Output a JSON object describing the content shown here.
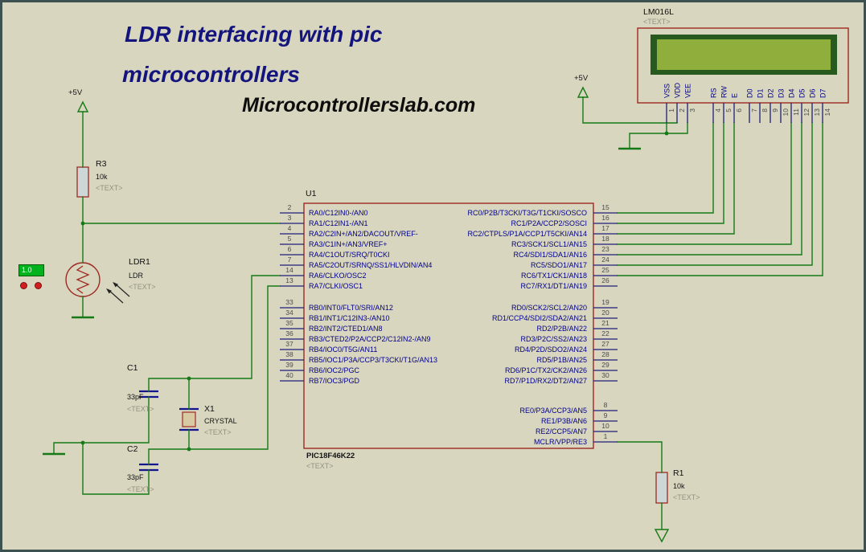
{
  "colors": {
    "background": "#d9d6c0",
    "frame": "#3e5151",
    "wire": "#157a15",
    "pin_stub": "#1f1f7a",
    "component_outline": "#9e2a22",
    "resistor_fill": "#cdd7d7",
    "capacitor_plate": "#14148c",
    "pin_text": "#00008b",
    "pin_number": "#4a4a4a",
    "title_blue": "#14147d",
    "placeholder_gray": "#93907d",
    "lcd_bezel_green": "#275a1e",
    "lcd_screen_green": "#8fae3c",
    "ldr_display_green": "#00b31e",
    "button_red": "#cf1f1f"
  },
  "title": {
    "line1": "LDR interfacing with pic",
    "line2": "microcontrollers",
    "line3": "Microcontrollerslab.com"
  },
  "power": {
    "left": "+5V",
    "lcd": "+5V"
  },
  "lcd": {
    "ref": "LM016L",
    "text": "<TEXT>",
    "pins": [
      {
        "num": "1",
        "name": "VSS"
      },
      {
        "num": "2",
        "name": "VDD"
      },
      {
        "num": "3",
        "name": "VEE"
      },
      {
        "num": "4",
        "name": "RS"
      },
      {
        "num": "5",
        "name": "RW"
      },
      {
        "num": "6",
        "name": "E"
      },
      {
        "num": "7",
        "name": "D0"
      },
      {
        "num": "8",
        "name": "D1"
      },
      {
        "num": "9",
        "name": "D2"
      },
      {
        "num": "10",
        "name": "D3"
      },
      {
        "num": "11",
        "name": "D4"
      },
      {
        "num": "12",
        "name": "D5"
      },
      {
        "num": "13",
        "name": "D6"
      },
      {
        "num": "14",
        "name": "D7"
      }
    ]
  },
  "mcu": {
    "ref": "U1",
    "part": "PIC18F46K22",
    "text": "<TEXT>",
    "left_groups": [
      [
        {
          "num": "2",
          "name": "RA0/C12IN0-/AN0"
        },
        {
          "num": "3",
          "name": "RA1/C12IN1-/AN1"
        },
        {
          "num": "4",
          "name": "RA2/C2IN+/AN2/DACOUT/VREF-"
        },
        {
          "num": "5",
          "name": "RA3/C1IN+/AN3/VREF+"
        },
        {
          "num": "6",
          "name": "RA4/C1OUT/SRQ/T0CKI"
        },
        {
          "num": "7",
          "name": "RA5/C2OUT/SRNQ/SS1/HLVDIN/AN4"
        },
        {
          "num": "14",
          "name": "RA6/CLKO/OSC2"
        },
        {
          "num": "13",
          "name": "RA7/CLKI/OSC1"
        }
      ],
      [
        {
          "num": "33",
          "name": "RB0/INT0/FLT0/SRI/AN12"
        },
        {
          "num": "34",
          "name": "RB1/INT1/C12IN3-/AN10"
        },
        {
          "num": "35",
          "name": "RB2/INT2/CTED1/AN8"
        },
        {
          "num": "36",
          "name": "RB3/CTED2/P2A/CCP2/C12IN2-/AN9"
        },
        {
          "num": "37",
          "name": "RB4/IOC0/T5G/AN11"
        },
        {
          "num": "38",
          "name": "RB5/IOC1/P3A/CCP3/T3CKI/T1G/AN13"
        },
        {
          "num": "39",
          "name": "RB6/IOC2/PGC"
        },
        {
          "num": "40",
          "name": "RB7/IOC3/PGD"
        }
      ]
    ],
    "right_groups": [
      [
        {
          "num": "15",
          "name": "RC0/P2B/T3CKI/T3G/T1CKI/SOSCO"
        },
        {
          "num": "16",
          "name": "RC1/P2A/CCP2/SOSCI"
        },
        {
          "num": "17",
          "name": "RC2/CTPLS/P1A/CCP1/T5CKI/AN14"
        },
        {
          "num": "18",
          "name": "RC3/SCK1/SCL1/AN15"
        },
        {
          "num": "23",
          "name": "RC4/SDI1/SDA1/AN16"
        },
        {
          "num": "24",
          "name": "RC5/SDO1/AN17"
        },
        {
          "num": "25",
          "name": "RC6/TX1/CK1/AN18"
        },
        {
          "num": "26",
          "name": "RC7/RX1/DT1/AN19"
        }
      ],
      [
        {
          "num": "19",
          "name": "RD0/SCK2/SCL2/AN20"
        },
        {
          "num": "20",
          "name": "RD1/CCP4/SDI2/SDA2/AN21"
        },
        {
          "num": "21",
          "name": "RD2/P2B/AN22"
        },
        {
          "num": "22",
          "name": "RD3/P2C/SS2/AN23"
        },
        {
          "num": "27",
          "name": "RD4/P2D/SDO2/AN24"
        },
        {
          "num": "28",
          "name": "RD5/P1B/AN25"
        },
        {
          "num": "29",
          "name": "RD6/P1C/TX2/CK2/AN26"
        },
        {
          "num": "30",
          "name": "RD7/P1D/RX2/DT2/AN27"
        }
      ],
      [
        {
          "num": "8",
          "name": "RE0/P3A/CCP3/AN5"
        },
        {
          "num": "9",
          "name": "RE1/P3B/AN6"
        },
        {
          "num": "10",
          "name": "RE2/CCP5/AN7"
        },
        {
          "num": "1",
          "name": "MCLR/VPP/RE3"
        }
      ]
    ]
  },
  "components": {
    "r3": {
      "ref": "R3",
      "value": "10k",
      "text": "<TEXT>"
    },
    "r1": {
      "ref": "R1",
      "value": "10k",
      "text": "<TEXT>"
    },
    "ldr": {
      "ref": "LDR1",
      "value": "LDR",
      "text": "<TEXT>",
      "display": "1.0"
    },
    "c1": {
      "ref": "C1",
      "value": "33pF",
      "text": "<TEXT>"
    },
    "c2": {
      "ref": "C2",
      "value": "33pF",
      "text": "<TEXT>"
    },
    "x1": {
      "ref": "X1",
      "value": "CRYSTAL",
      "text": "<TEXT>"
    }
  }
}
